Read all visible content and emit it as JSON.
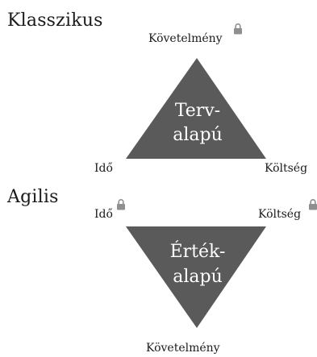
{
  "classic": {
    "title": "Klasszikus",
    "top_label": "Követelmény",
    "left_label": "Idő",
    "right_label": "Költség",
    "center_line1": "Terv-",
    "center_line2": "alapú",
    "locked": "Követelmény"
  },
  "agile": {
    "title": "Agilis",
    "left_label": "Idő",
    "right_label": "Költség",
    "bottom_label": "Követelmény",
    "center_line1": "Érték-",
    "center_line2": "alapú",
    "locked": [
      "Idő",
      "Költség"
    ]
  },
  "colors": {
    "triangle_fill": "#5a5a5a",
    "triangle_text": "#ffffff",
    "lock": "#8f8f8f"
  }
}
